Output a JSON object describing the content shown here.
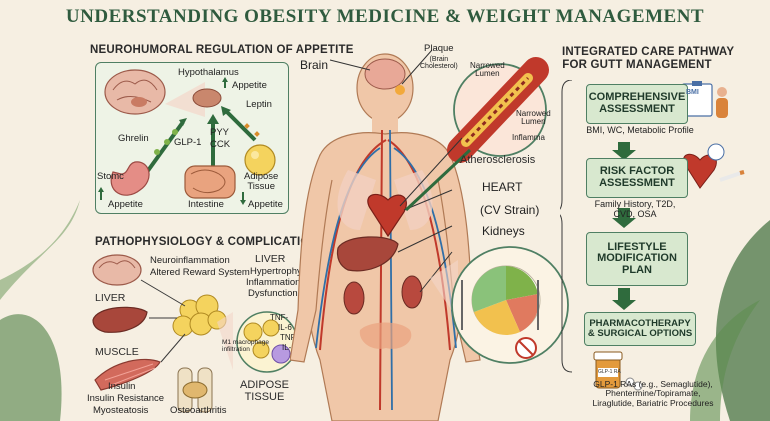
{
  "title": "UNDERSTANDING OBESITY MEDICINE & WEIGHT MANAGEMENT",
  "appetite": {
    "heading": "NEUROHUMORAL REGULATION OF APPETITE",
    "hypothalamus": "Hypothalamus",
    "appetite_up": "Appetite",
    "leptin": "Leptin",
    "ghrelin": "Ghrelin",
    "glp1": "GLP-1",
    "pyy": "PYY",
    "cck": "CCK",
    "stomach": "Stomc",
    "intestine": "Intestine",
    "adipose": "Adipose\nTissue",
    "stomach_appetite": "Appetite",
    "adipose_appetite": "Appetite"
  },
  "patho": {
    "heading": "PATHOPHYSIOLOGY & COMPLICATIONS",
    "neuro1": "Neuroinflammation",
    "neuro2": "Altered Reward System",
    "liver": "LIVER",
    "muscle": "MUSCLE",
    "liver2": "LIVER",
    "hypertrophy": "Hypertrophy",
    "inflammation": "Inflammation",
    "dysfunction": "Dysfunction",
    "tnf1": "TNF-",
    "il6a": "IL-6",
    "tnf2": "TNF-α",
    "il6b": "IL-6",
    "macrophage": "M1 macrophage\ninfiltration",
    "adipose_tissue": "ADIPOSE\nTISSUE",
    "insulin": "Insulin",
    "insulin_res": "Insulin Resistance",
    "myosteatosis": "Myosteatosis",
    "osteoarthritis": "Osteoarthritis"
  },
  "body": {
    "brain": "Brain",
    "plaque": "Plaque",
    "plaque_sub": "(Brain\nCholesterol)",
    "narrowed1": "Narrowed\nLumen",
    "narrowed2": "Narrowed\nLumen",
    "inflamma": "Inflamma",
    "atherosclerosis": "Atherosclerosis",
    "heart": "HEART",
    "cv": "(CV Strain)",
    "kidneys": "Kidneys"
  },
  "pathway": {
    "heading": "INTEGRATED CARE PATHWAY\nFOR GUTT MANAGEMENT",
    "step1": "COMPREHENSIVE\nASSESSMENT",
    "step1_note": "BMI, WC, Metabolic Profile",
    "bmi": "BMI",
    "step2": "RISK FACTOR\nASSESSMENT",
    "step2_note": "Family History, T2D,\nCVD, OSA",
    "step3": "LIFESTYLE\nMODIFICATION\nPLAN",
    "step4": "PHARMACOTHERAPY\n& SURGICAL OPTIONS",
    "bottle": "GLP-1 RA",
    "step4_note": "GLP-1 RAs (e.g., Semaglutide),\nPhentermine/Topiramate,\nLiraglutide, Bariatric Procedures"
  },
  "colors": {
    "accent": "#2f5b3e",
    "panel": "#eef3e6",
    "step": "#d8e8cf",
    "artery": "#c0392b",
    "vein": "#2f6fa8",
    "fat": "#f2c94c"
  }
}
